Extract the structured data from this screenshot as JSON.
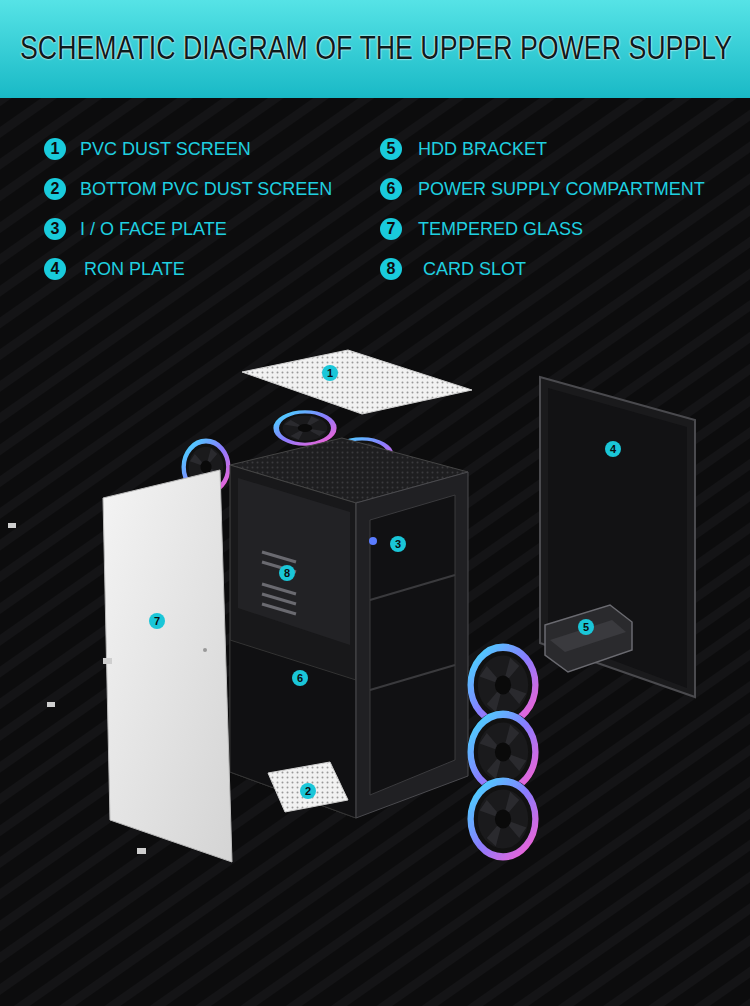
{
  "diagram": {
    "title": "SCHEMATIC DIAGRAM OF THE UPPER POWER SUPPLY",
    "labels": [
      "1",
      "PVC DUST SCREEN",
      "2",
      "BOTTOM PVC DUST SCREEN",
      "3",
      "I / O FACE PLATE",
      "4",
      "RON PLATE",
      "5",
      "HDD BRACKET",
      "6",
      "POWER SUPPLY COMPARTMENT",
      "7",
      "TEMPERED GLASS",
      "8",
      "CARD SLOT",
      "1",
      "4",
      "3",
      "8",
      "7",
      "6",
      "5",
      "2"
    ]
  }
}
